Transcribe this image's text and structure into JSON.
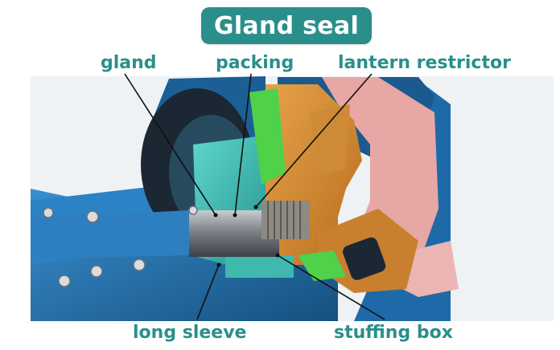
{
  "title": "Gland seal",
  "labels": {
    "gland": "gland",
    "packing": "packing",
    "lantern_restrictor": "lantern restrictor",
    "long_sleeve": "long sleeve",
    "stuffing_box": "stuffing box"
  },
  "colors": {
    "accent": "#2a8f8b",
    "casing_blue": "#1f6fb0",
    "impeller_orange": "#d58a2c",
    "liner_pink": "#e8a8a6",
    "packing_green": "#4fd14a",
    "gland_teal": "#3fb8ae",
    "sleeve_steel": "#8a8f95"
  }
}
